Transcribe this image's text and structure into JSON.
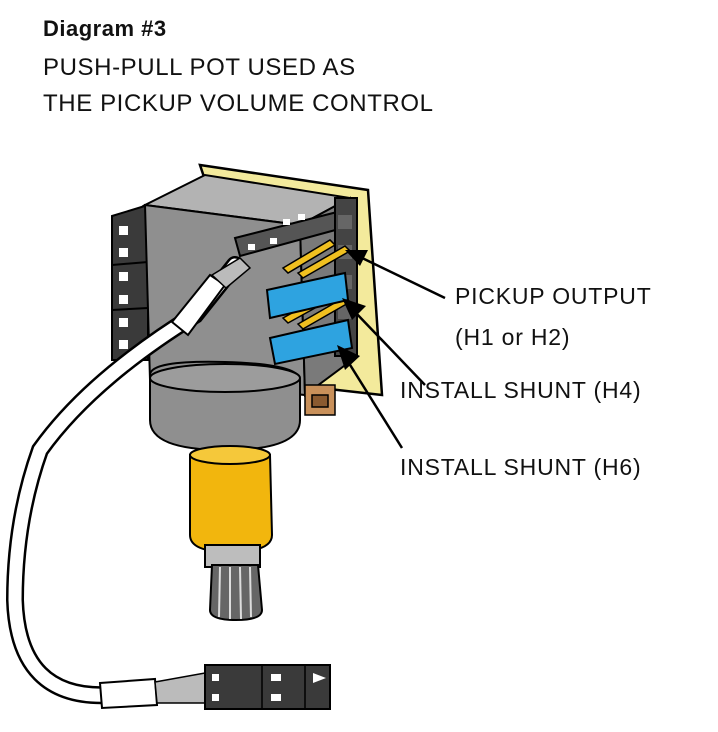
{
  "header": {
    "title": "Diagram #3",
    "subtitle_line1": "PUSH-PULL POT USED AS",
    "subtitle_line2": "THE PICKUP VOLUME CONTROL"
  },
  "labels": {
    "pickup_output_line1": "PICKUP OUTPUT",
    "pickup_output_line2": "(H1 or H2)",
    "shunt_h4": "INSTALL SHUNT (H4)",
    "shunt_h6": "INSTALL SHUNT (H6)"
  },
  "colors": {
    "board": "#f3ea9c",
    "pot_body": "#8f8f8f",
    "shaft": "#f2b60d",
    "shunt": "#2ea3e0",
    "pins": "#f0c020",
    "connector": "#3a3a3a"
  }
}
